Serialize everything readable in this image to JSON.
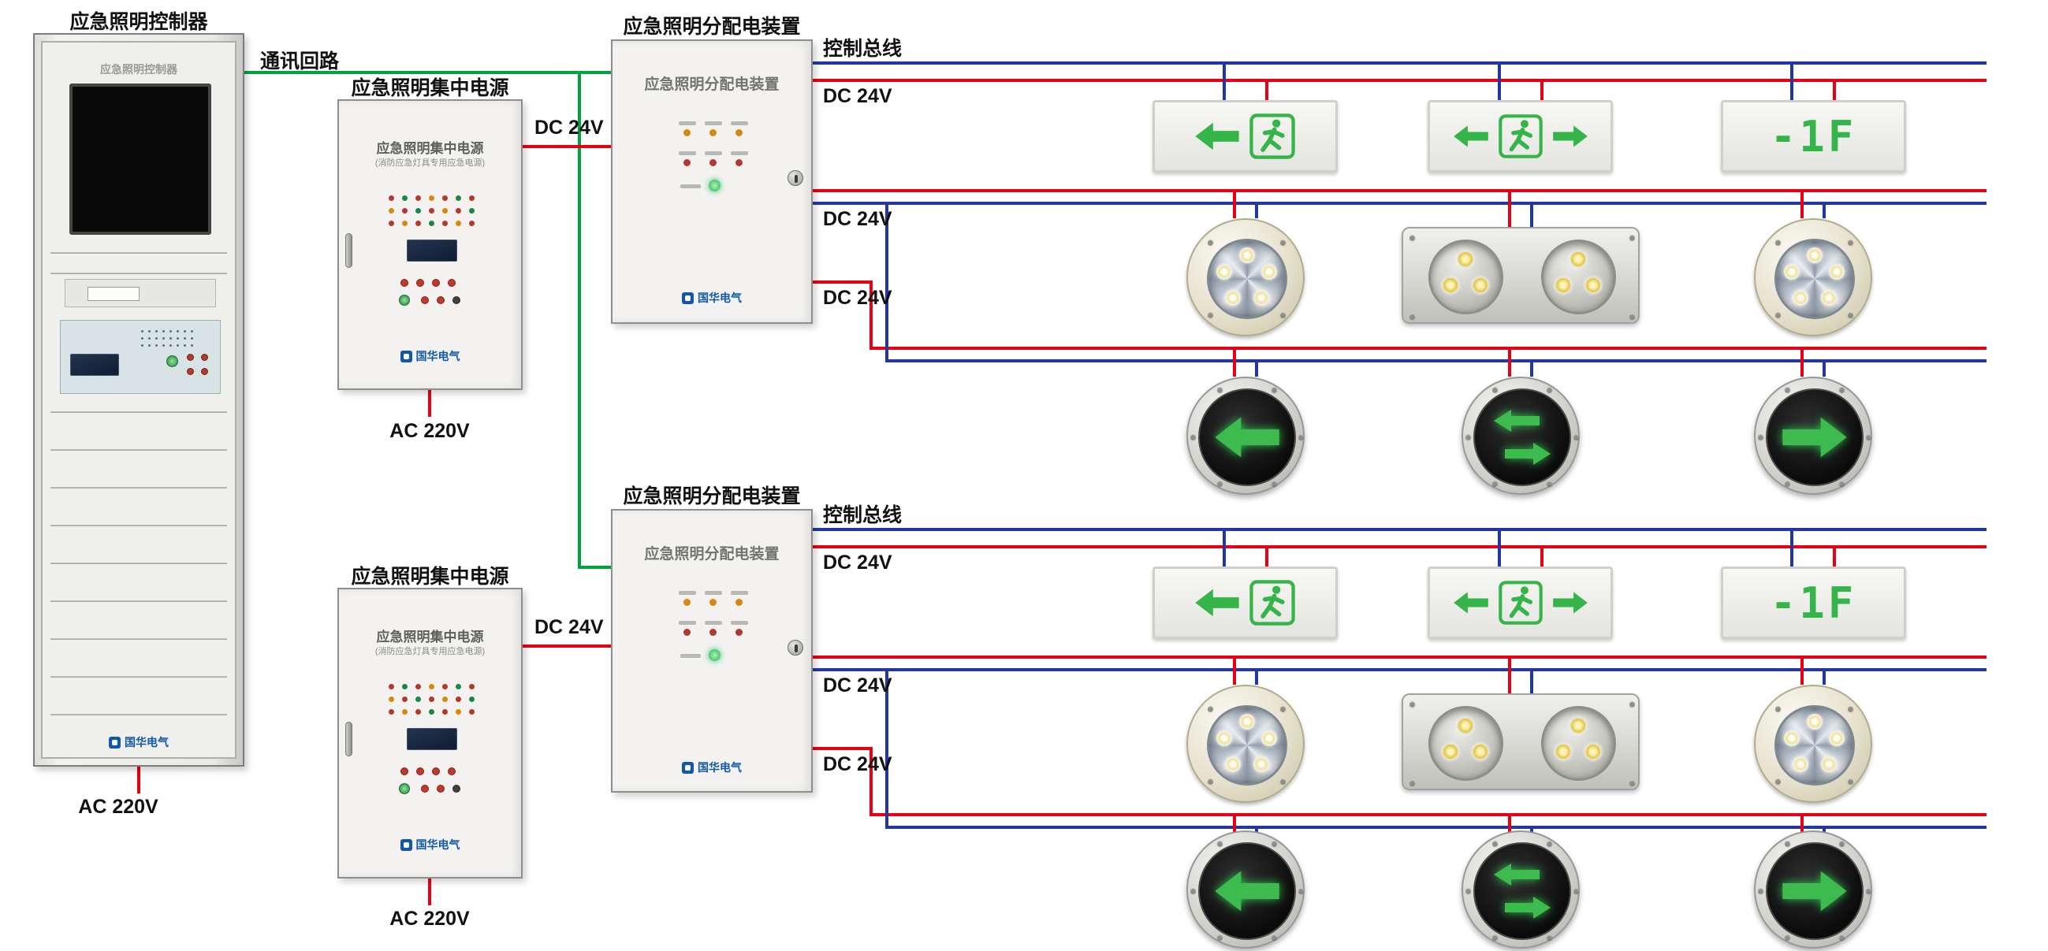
{
  "labels": {
    "comm": "通讯回路",
    "bus": "控制总线",
    "dc": "DC 24V",
    "ac": "AC 220V",
    "brand": "国华电气",
    "floor": "-1F"
  },
  "controller": {
    "title": "应急照明控制器"
  },
  "power_supply": {
    "title": "应急照明集中电源",
    "subtitle": "(消防应急灯具专用应急电源)"
  },
  "distribution": {
    "title": "应急照明分配电装置"
  },
  "devices": {
    "row1": [
      "exit-sign-left-arrow",
      "exit-sign-double-arrow",
      "floor-sign"
    ],
    "row2": [
      "downlight-round",
      "downlight-double-rect",
      "downlight-round"
    ],
    "row3": [
      "evac-sign-left",
      "evac-sign-bidirectional",
      "evac-sign-right"
    ]
  },
  "icons": {
    "running-man": "exit pictogram (man in door frame)",
    "arrow-left": "←",
    "arrow-right": "→",
    "arrow-double": "⇆",
    "lock": "keyhole"
  },
  "colors": {
    "wire_red": "#e60012",
    "wire_blue": "#2336a4",
    "wire_green": "#00a33e",
    "sign_green": "#35b44a",
    "brand_blue": "#1158a8"
  }
}
